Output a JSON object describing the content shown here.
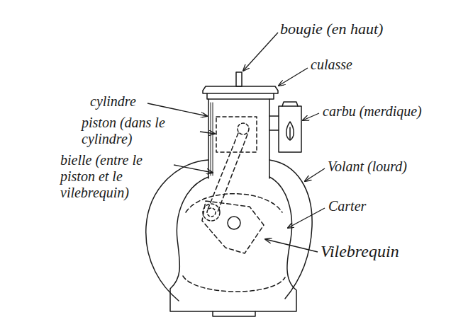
{
  "diagram": {
    "labels": [
      "bougie (en haut)",
      "culasse",
      "cylindre",
      "piston (dans le cylindre)",
      "carbu (merdique)",
      "bielle (entre le piston et le vilebrequin)",
      "Volant (lourd)",
      "Carter",
      "Vilebrequin"
    ]
  }
}
